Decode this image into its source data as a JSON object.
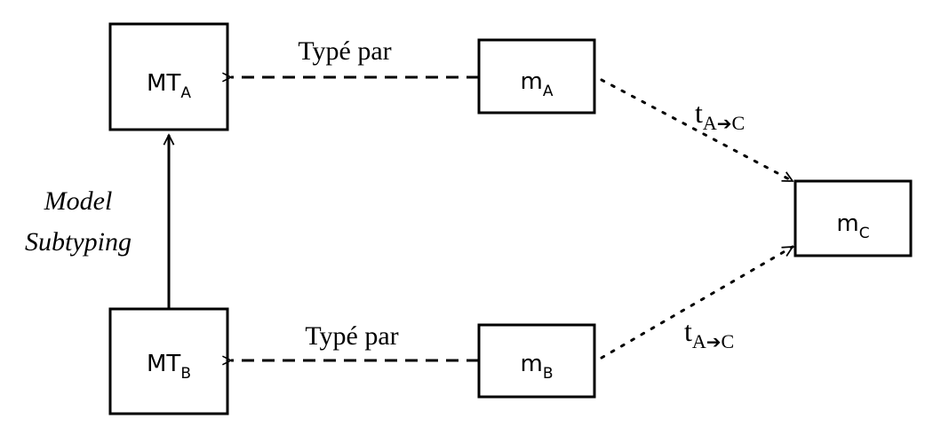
{
  "boxes": {
    "mt_a": {
      "main": "MT",
      "sub": "A"
    },
    "mt_b": {
      "main": "MT",
      "sub": "B"
    },
    "m_a": {
      "main": "m",
      "sub": "A"
    },
    "m_b": {
      "main": "m",
      "sub": "B"
    },
    "m_c": {
      "main": "m",
      "sub": "C"
    }
  },
  "edges": {
    "typed_by_top": "Typé par",
    "typed_by_bottom": "Typé par",
    "subtyping_line1": "Model",
    "subtyping_line2": "Subtyping",
    "transform_top": {
      "main": "t",
      "sub_from": "A",
      "arrow": "➔",
      "sub_to": "C"
    },
    "transform_bottom": {
      "main": "t",
      "sub_from": "A",
      "arrow": "➔",
      "sub_to": "C"
    }
  }
}
